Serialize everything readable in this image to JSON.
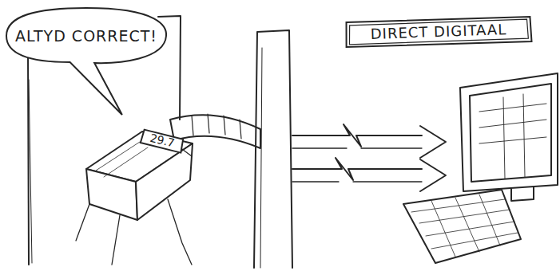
{
  "diagram": {
    "nodes": [
      {
        "text": [
          "ALTYD CORRECT!"
        ]
      },
      {
        "text": [
          "DIRECT DIGITAAL"
        ]
      },
      {
        "text": [
          "29.7"
        ]
      }
    ]
  }
}
